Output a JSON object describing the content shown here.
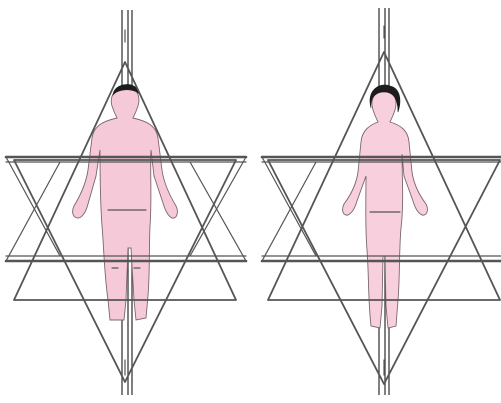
{
  "colors": {
    "background": "#ffffff",
    "line": "#555555",
    "body_male": "#f6c9d8",
    "body_female": "#f8cfdd",
    "hair": "#1c1c1c"
  },
  "figures": [
    {
      "id": "left",
      "kind": "male-figure-in-hexagram"
    },
    {
      "id": "right",
      "kind": "female-figure-in-hexagram"
    }
  ]
}
